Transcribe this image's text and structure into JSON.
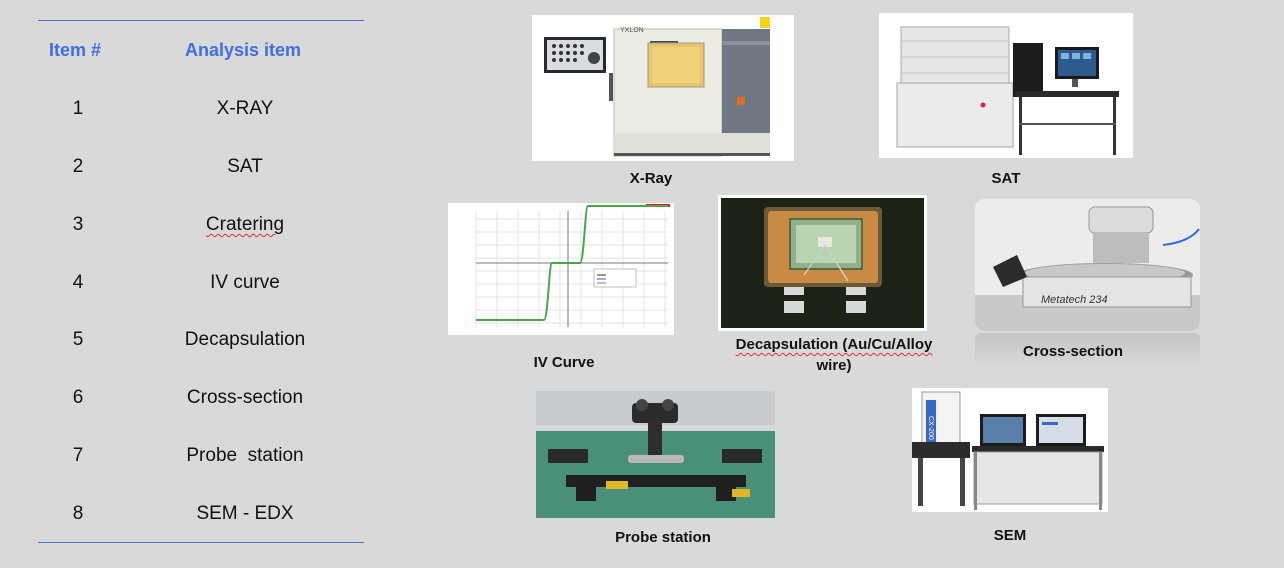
{
  "table": {
    "headers": {
      "item_no": "Item #",
      "analysis": "Analysis item"
    },
    "rows": [
      {
        "no": "1",
        "item": "X-RAY"
      },
      {
        "no": "2",
        "item": "SAT"
      },
      {
        "no": "3",
        "item": "Cratering"
      },
      {
        "no": "4",
        "item": "IV curve"
      },
      {
        "no": "5",
        "item": "Decapsulation"
      },
      {
        "no": "6",
        "item": "Cross-section"
      },
      {
        "no": "7",
        "item": "Probe  station"
      },
      {
        "no": "8",
        "item": "SEM - EDX"
      }
    ]
  },
  "images": {
    "xray": {
      "caption": "X-Ray",
      "brand": "YXLON"
    },
    "sat": {
      "caption": "SAT"
    },
    "iv": {
      "caption": "IV Curve"
    },
    "decap": {
      "caption_line1": "Decapsulation (Au/Cu/Alloy",
      "caption_line2": "wire)"
    },
    "cross": {
      "caption": "Cross-section",
      "brand": "Metatech 234"
    },
    "probe": {
      "caption": "Probe station"
    },
    "sem": {
      "caption": "SEM",
      "brand": "CX-200"
    }
  },
  "colors": {
    "accent": "#3e6ee3",
    "rule": "#4472c4",
    "background": "#d9d9d9"
  }
}
